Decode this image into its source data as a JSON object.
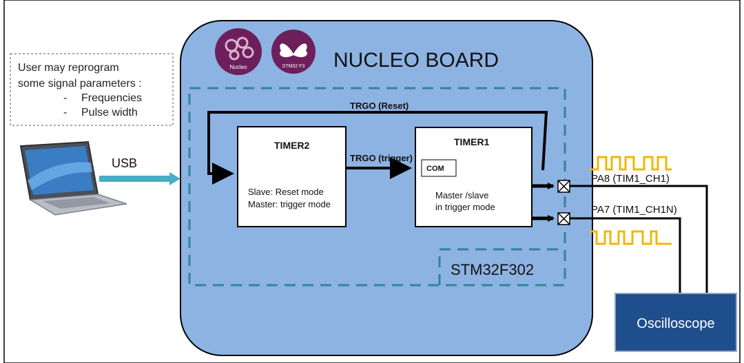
{
  "note": {
    "line1": "User may reprogram",
    "line2": "some signal parameters :",
    "bullet1": "Frequencies",
    "bullet2": "Pulse width",
    "dash": "-"
  },
  "usb_label": "USB",
  "board": {
    "title": "NUCLEO BOARD",
    "logo_nucleo": "Nucleo",
    "logo_stm32": "STM32 F3",
    "mcu_label": "STM32F302"
  },
  "timer2": {
    "title": "TIMER2",
    "line1": "Slave: Reset mode",
    "line2": "Master: trigger mode"
  },
  "timer1": {
    "title": "TIMER1",
    "com": "COM",
    "line1": "Master /slave",
    "line2": "in trigger mode"
  },
  "signals": {
    "trgo_reset": "TRGO (Reset)",
    "trgo_trigger": "TRGO (trigger)",
    "pa8": "PA8 (TIM1_CH1)",
    "pa7": "PA7 (TIM1_CH1N)"
  },
  "oscilloscope": "Oscilloscope",
  "colors": {
    "board_fill": "#8db3e2",
    "dashed_line": "#31849b",
    "waveform": "#f2b705",
    "usb_arrow": "#4bacc6",
    "oscilloscope_fill": "#1f4e8c",
    "logo_purple": "#6d1f5c"
  }
}
